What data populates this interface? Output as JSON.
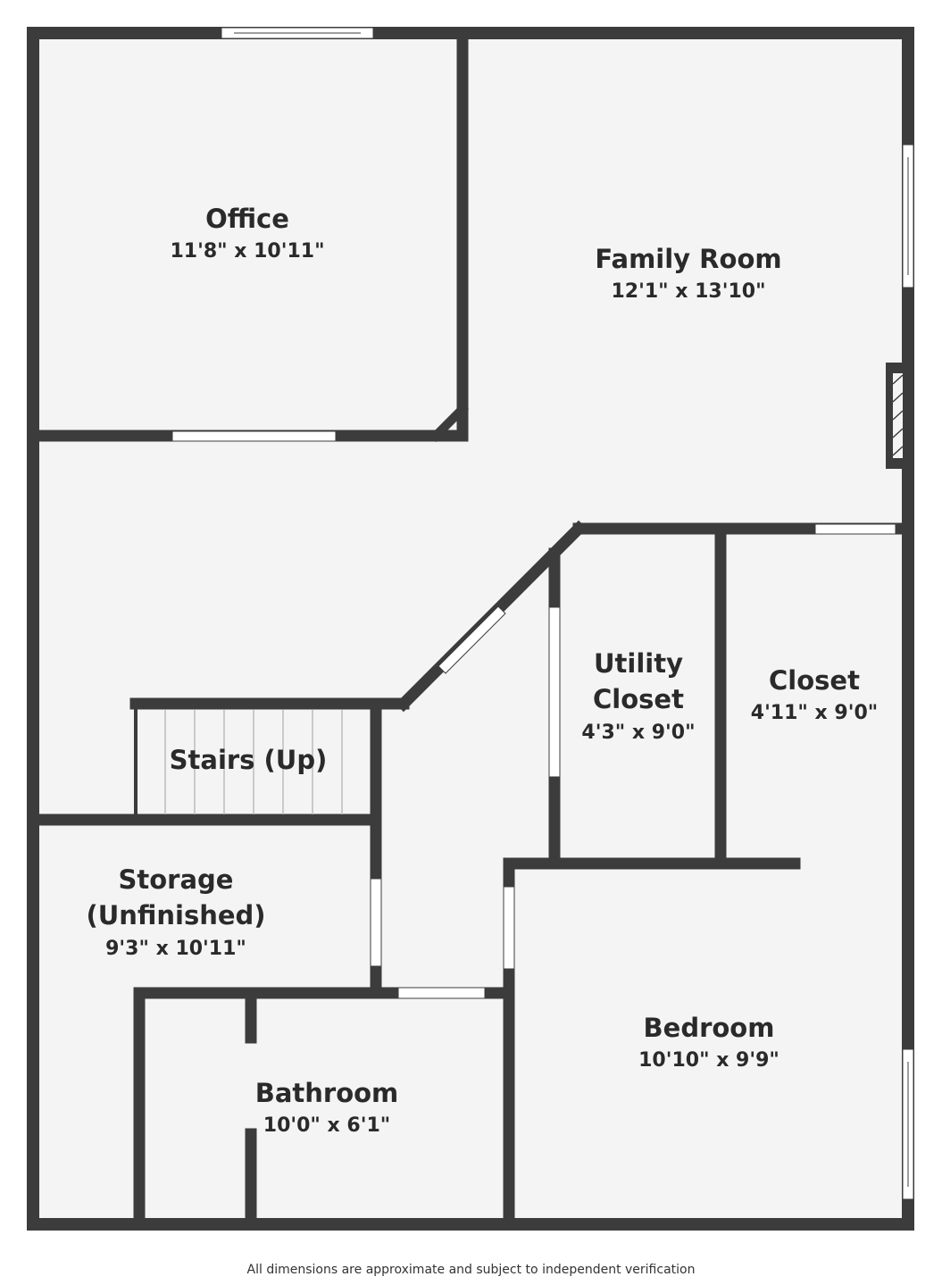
{
  "rooms": {
    "office": {
      "name": "Office",
      "dims": "11'8\" x 10'11\""
    },
    "family_room": {
      "name": "Family Room",
      "dims": "12'1\" x 13'10\""
    },
    "utility_closet": {
      "name_line1": "Utility",
      "name_line2": "Closet",
      "dims": "4'3\" x 9'0\""
    },
    "closet": {
      "name": "Closet",
      "dims": "4'11\" x 9'0\""
    },
    "stairs": {
      "name": "Stairs (Up)"
    },
    "storage": {
      "name_line1": "Storage",
      "name_line2": "(Unfinished)",
      "dims": "9'3\" x 10'11\""
    },
    "bedroom": {
      "name": "Bedroom",
      "dims": "10'10\" x 9'9\""
    },
    "bathroom": {
      "name": "Bathroom",
      "dims": "10'0\" x 6'1\""
    }
  },
  "footer": {
    "disclaimer": "All dimensions are approximate and subject to independent verification"
  },
  "colors": {
    "wall": "#3c3c3c",
    "floor": "#f4f4f4",
    "opening": "#ffffff"
  }
}
